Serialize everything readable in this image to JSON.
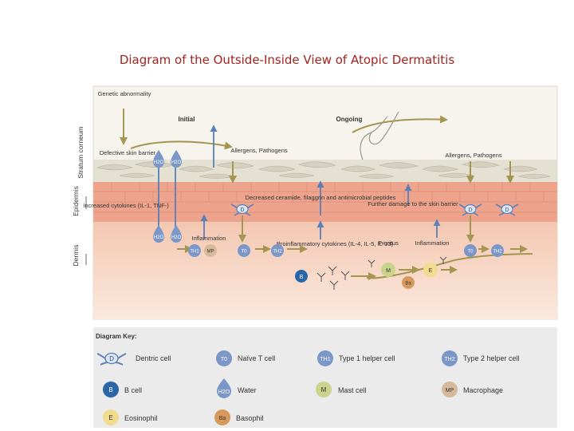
{
  "title": "Diagram of the Outside-Inside View of Atopic Dermatitis",
  "layers": {
    "stratum": "Stratum corneum",
    "epidermis": "Epidermis",
    "dermis": "Dermis"
  },
  "labels": {
    "genetic": "Genetic abnormality",
    "initial": "Initial",
    "ongoing": "Ongoing",
    "defective": "Defective skin barrier",
    "allergens_left": "Allergens, Pathogens",
    "allergens_right": "Allergens, Pathogens",
    "increased": "Increased cytokines (IL-1, TNF-)",
    "inflammation_left": "Inflammation",
    "decreased": "Decreased ceramide, filaggrin and antimicrobial peptides",
    "further": "Further damage to the skin barrier",
    "proinflammatory": "Proinflammatory cytokines (IL-4, IL-5, IL-13)",
    "pruritus": "Pruritus",
    "inflammation_right": "Inflammation"
  },
  "cells": {
    "d": "D",
    "t0": "T0",
    "th1": "TH1",
    "th2": "TH2",
    "mp": "MP",
    "b": "B",
    "m": "M",
    "e": "E",
    "ba": "Ba",
    "h2o": "H2O"
  },
  "key": {
    "title": "Diagram Key:",
    "items": [
      {
        "symbol": "D",
        "label": "Dentric cell"
      },
      {
        "symbol": "T0",
        "label": "Naïve T cell"
      },
      {
        "symbol": "TH1",
        "label": "Type 1 helper cell"
      },
      {
        "symbol": "TH2",
        "label": "Type 2 helper cell"
      },
      {
        "symbol": "B",
        "label": "B cell"
      },
      {
        "symbol": "H2O",
        "label": "Water"
      },
      {
        "symbol": "M",
        "label": "Mast cell"
      },
      {
        "symbol": "MP",
        "label": "Macrophage"
      },
      {
        "symbol": "E",
        "label": "Eosinophil"
      },
      {
        "symbol": "Ba",
        "label": "Basophil"
      }
    ]
  },
  "colors": {
    "title": "#a2241f",
    "stratum": "#e4e0d2",
    "epidermis": "#eda38c",
    "dermis": "#f7d8c8",
    "arrow_olive": "#a49551",
    "arrow_blue": "#5b7fb8",
    "cell_blue": "#7b97c8",
    "cell_dark_blue": "#2a66a8",
    "mast": "#c9d48a",
    "eosinophil": "#f1dc8e",
    "basophil": "#d79a5c",
    "macrophage": "#d7b89a",
    "key_bg": "#ebebeb"
  }
}
